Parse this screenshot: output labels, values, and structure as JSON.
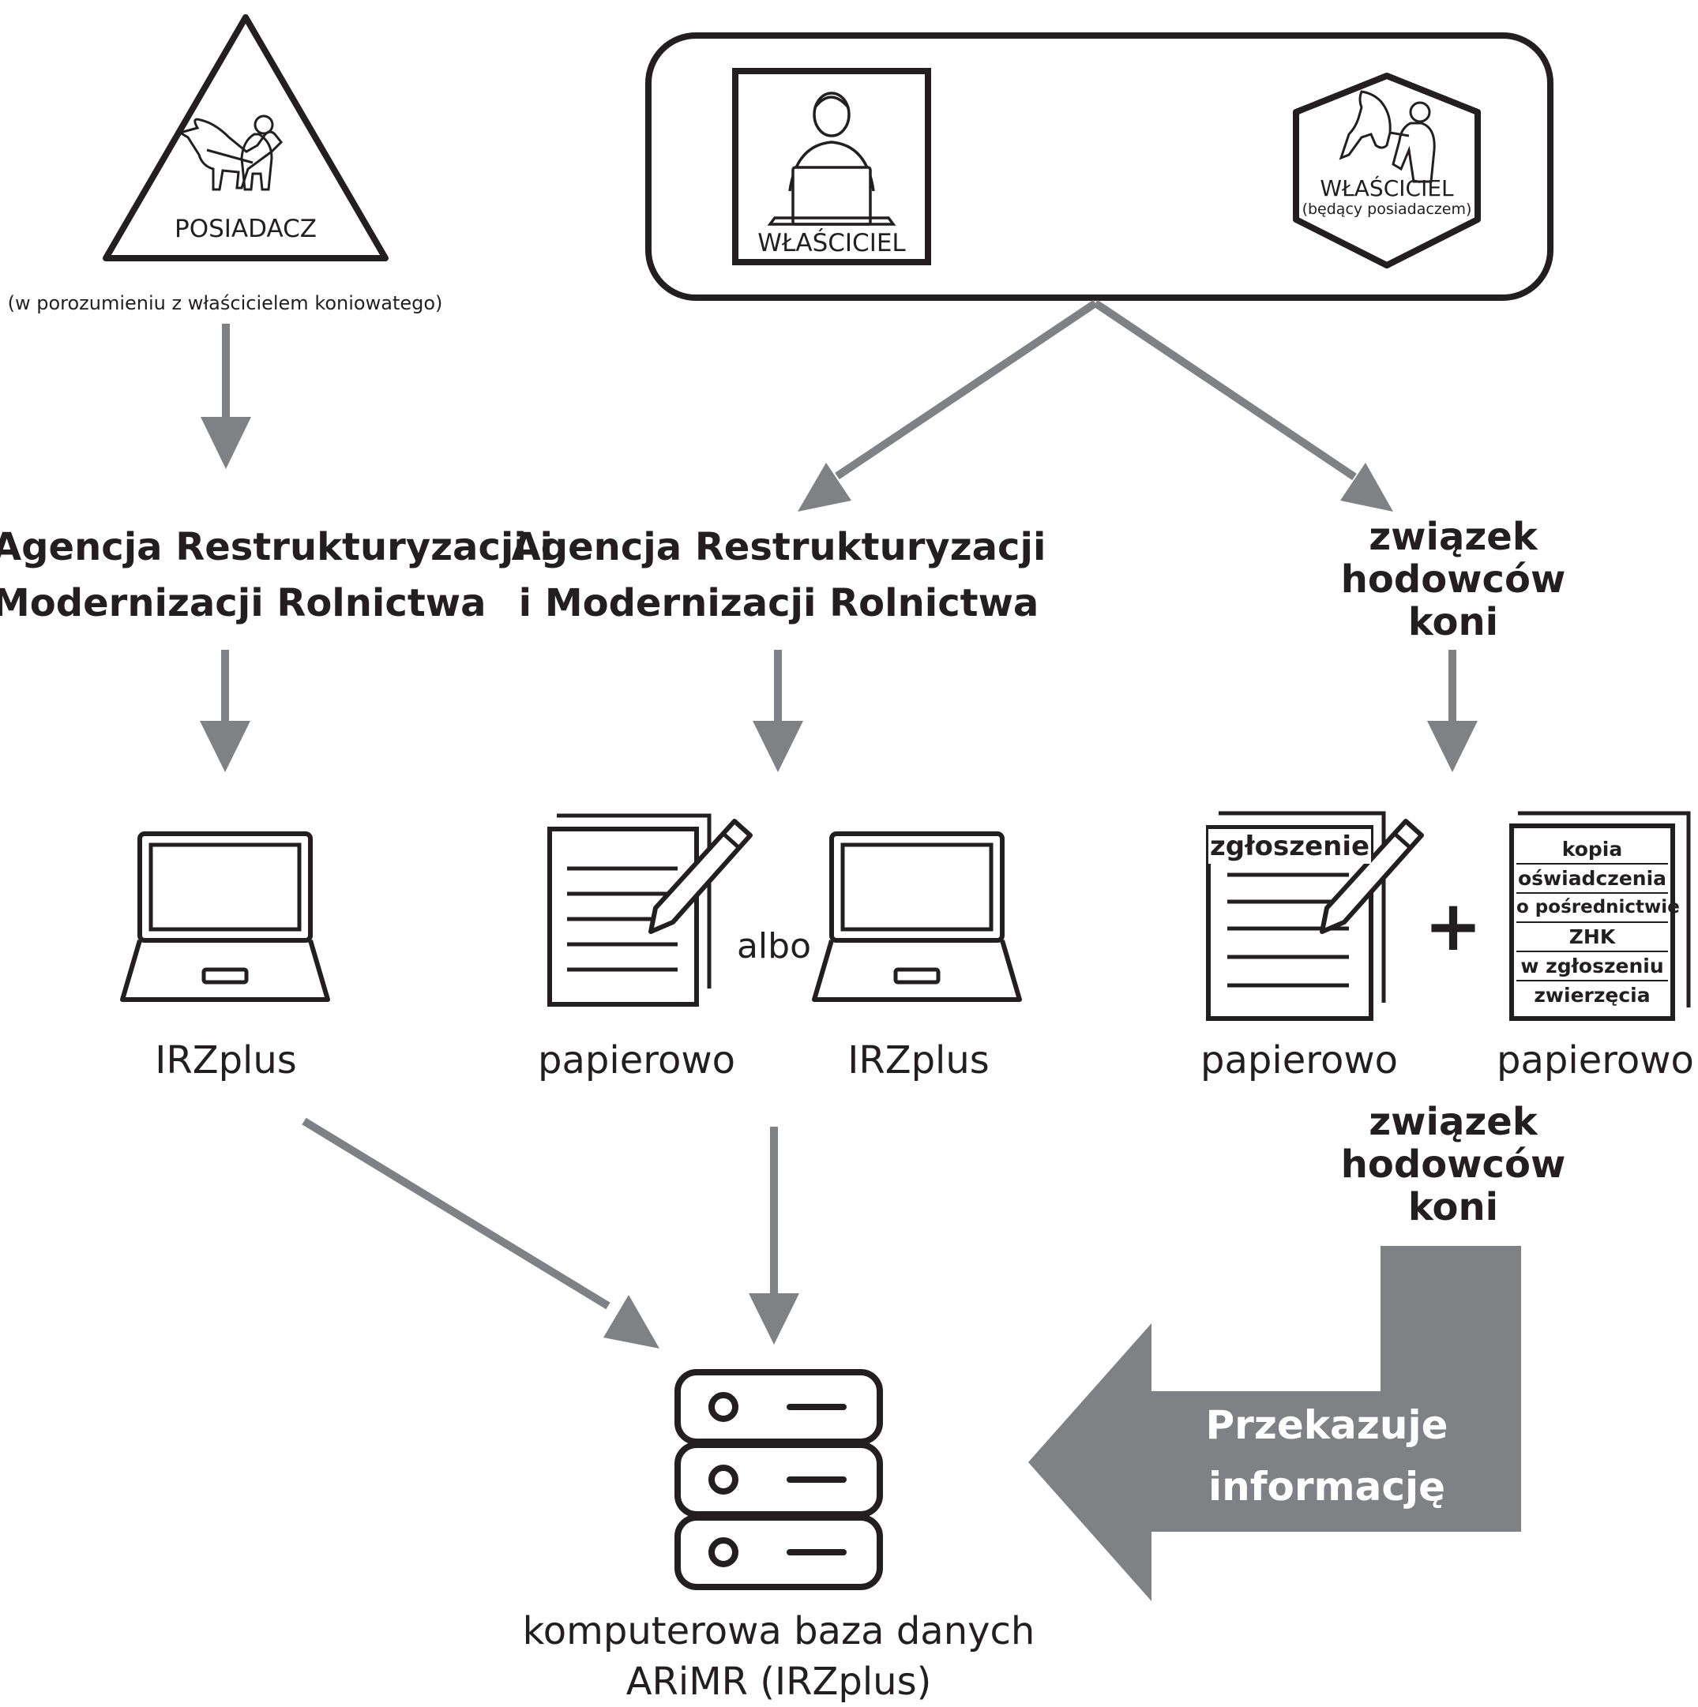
{
  "left_column": {
    "role_label": "POSIADACZ",
    "role_note": "(w porozumieniu z właścicielem koniowatego)",
    "agency_line1": "Agencja Restrukturyzacji i",
    "agency_line2": "Modernizacji Rolnictwa",
    "channel_label": "IRZplus"
  },
  "owner_box": {
    "owner_label": "WŁAŚCICIEL",
    "owner_keeper_label": "WŁAŚCICIEL",
    "owner_keeper_note": "(będący posiadaczem)"
  },
  "middle_column": {
    "agency_line1": "Agencja Restrukturyzacji",
    "agency_line2": "i Modernizacji Rolnictwa",
    "paper_label": "papierowo",
    "alternative_word": "albo",
    "channel_label": "IRZplus"
  },
  "right_column": {
    "union_line1": "związek",
    "union_line2": "hodowców",
    "union_line3": "koni",
    "form_title": "zgłoszenie",
    "plus_sign": "+",
    "copy_doc_lines": [
      "kopia",
      "oświadczenia",
      "o pośrednictwie",
      "ZHK",
      "w zgłoszeniu",
      "zwierzęcia"
    ],
    "paper_label_1": "papierowo",
    "paper_label_2": "papierowo",
    "union2_line1": "związek",
    "union2_line2": "hodowców",
    "union2_line3": "koni",
    "transfer_line1": "Przekazuje",
    "transfer_line2": "informację"
  },
  "database": {
    "label_line1": "komputerowa baza danych",
    "label_line2": "ARiMR (IRZplus)"
  },
  "colors": {
    "ink": "#231f20",
    "arrow_gray": "#808184",
    "big_arrow_gray": "#808184",
    "background": "#ffffff"
  },
  "icons": [
    "horse-handler-icon",
    "person-laptop-icon",
    "horse-owner-icon",
    "laptop-icon",
    "document-pen-icon",
    "document-copy-icon",
    "server-database-icon"
  ]
}
